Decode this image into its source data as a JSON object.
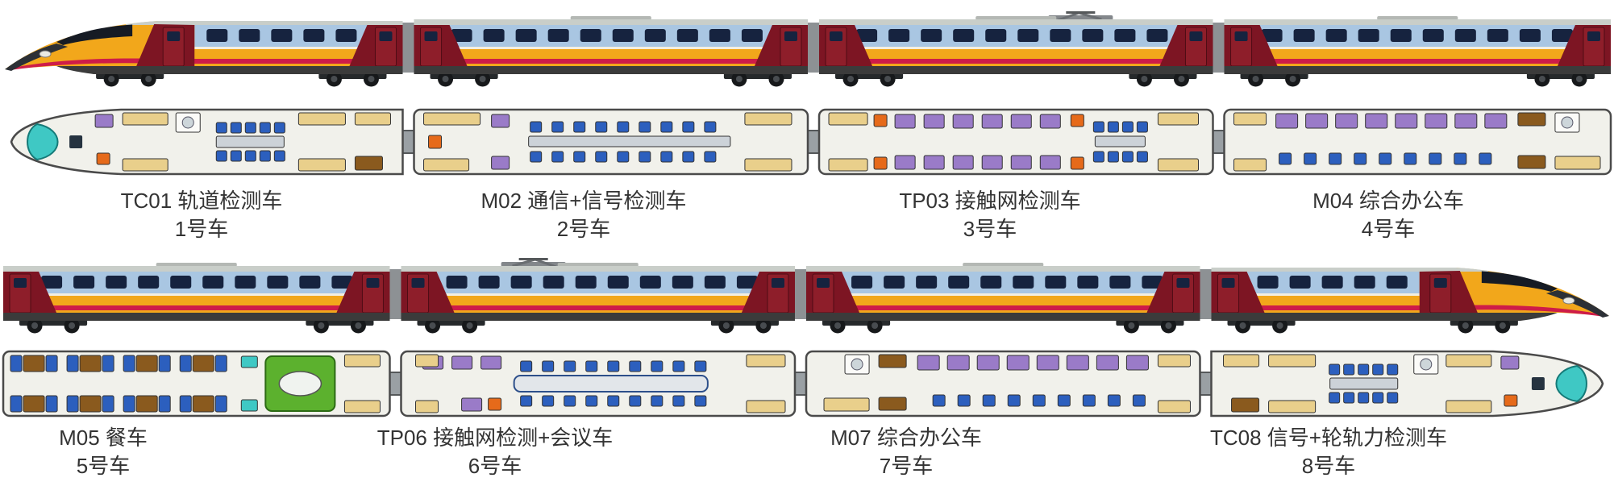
{
  "diagram": {
    "rows": [
      {
        "name": "cars-1-4",
        "cars": [
          {
            "label": "TC01 轨道检测车",
            "number": "1号车"
          },
          {
            "label": "M02 通信+信号检测车",
            "number": "2号车"
          },
          {
            "label": "TP03 接触网检测车",
            "number": "3号车"
          },
          {
            "label": "M04 综合办公车",
            "number": "4号车"
          }
        ]
      },
      {
        "name": "cars-5-8",
        "cars": [
          {
            "label": "M05 餐车",
            "number": "5号车"
          },
          {
            "label": "TP06 接触网检测+会议车",
            "number": "6号车"
          },
          {
            "label": "M07 综合办公车",
            "number": "7号车"
          },
          {
            "label": "TC08 信号+轮轨力检测车",
            "number": "8号车"
          }
        ]
      }
    ]
  },
  "palette": {
    "body_yellow": "#F2A71B",
    "window_band_blue": "#A9C6E2",
    "window_navy": "#16233F",
    "stripe_crimson": "#CE1C48",
    "door_maroon": "#7D1523",
    "underframe_gray": "#3B3B3B",
    "roof_gray": "#C9CEC9",
    "plan_floor": "#F1F1EB",
    "plan_outline": "#4A4A4A",
    "seat_purple": "#9A7BC8",
    "seat_blue": "#2C5FBE",
    "cabinet_tan": "#E9CF8B",
    "table_brown": "#8A5A1E",
    "equip_orange": "#E66A1A",
    "galley_green": "#5CB12E",
    "cab_teal": "#3FC8C4",
    "label_text": "#333333"
  }
}
